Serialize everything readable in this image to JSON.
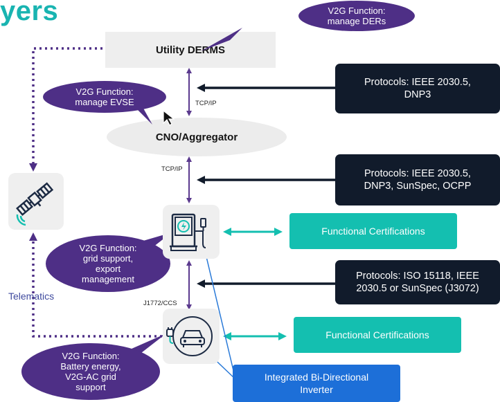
{
  "heading": "yers",
  "nodes": {
    "derms": "Utility DERMS",
    "cno": "CNO/Aggregator"
  },
  "bubbles": {
    "derms": "V2G Function:\nmanage DERs",
    "evse_mgmt": "V2G Function:\nmanage EVSE",
    "grid_support": "V2G Function:\ngrid support,\nexport\nmanagement",
    "battery": "V2G Function:\nBattery energy,\nV2G-AC grid\nsupport"
  },
  "protocols": {
    "p1": "Protocols: IEEE 2030.5,\nDNP3",
    "p2": "Protocols: IEEE 2030.5,\nDNP3, SunSpec, OCPP",
    "p3": "Protocols: ISO 15118, IEEE\n2030.5 or SunSpec (J3072)"
  },
  "certifications": {
    "c1": "Functional Certifications",
    "c2": "Functional Certifications"
  },
  "inverter": "Integrated Bi-Directional\nInverter",
  "link_labels": {
    "tcp1": "TCP/IP",
    "tcp2": "TCP/IP",
    "j1772": "J1772/CCS"
  },
  "telematics": "Telematics",
  "icons": {
    "satellite": "satellite-icon",
    "charger": "ev-charger-icon",
    "car": "electric-car-icon",
    "cursor": "mouse-pointer-icon"
  },
  "colors": {
    "purple": "#4e2f86",
    "navy": "#111b2b",
    "teal": "#14bfb0",
    "blue": "#1d6fd8",
    "heading": "#19b4b1"
  }
}
